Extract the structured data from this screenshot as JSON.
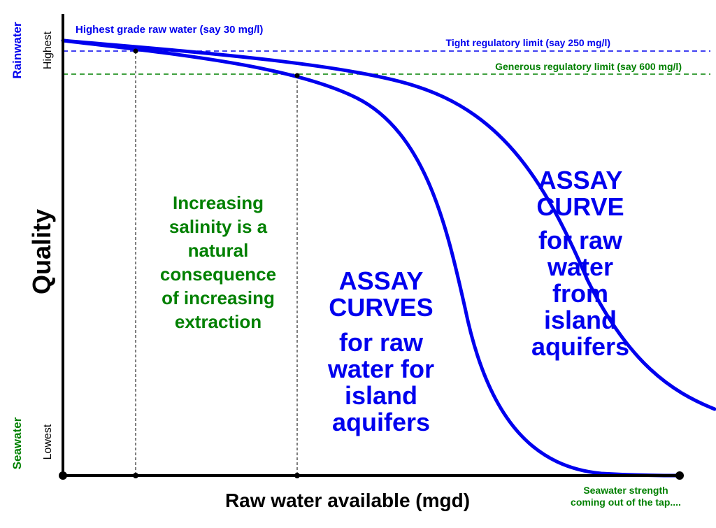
{
  "axes": {
    "y_title": "Quality",
    "y_top": "Highest",
    "y_bottom": "Lowest",
    "y_top_side": "Rainwater",
    "y_bottom_side": "Seawater",
    "x_title": "Raw water available (mgd)"
  },
  "annotations": {
    "highest_grade": "Highest grade raw water (say 30 mg/l)",
    "tight_limit": "Tight regulatory limit (say 250 mg/l)",
    "generous_limit": "Generous regulatory limit (say 600 mg/l)",
    "seawater_line1": "Seawater strength",
    "seawater_line2": "coming out of the tap....",
    "salinity_note": [
      "Increasing",
      "salinity is a",
      "natural",
      "consequence",
      "of increasing",
      "extraction"
    ]
  },
  "curve_labels": {
    "island": {
      "heading": [
        "ASSAY",
        "CURVES"
      ],
      "body": [
        "for raw",
        "water for",
        "island",
        "aquifers"
      ]
    },
    "from_island": {
      "heading": [
        "ASSAY",
        "CURVE"
      ],
      "body": [
        "for raw",
        "water",
        "from",
        "island",
        "aquifers"
      ]
    }
  },
  "colors": {
    "curve": "#0000ee",
    "green": "#008000",
    "black": "#000000"
  }
}
